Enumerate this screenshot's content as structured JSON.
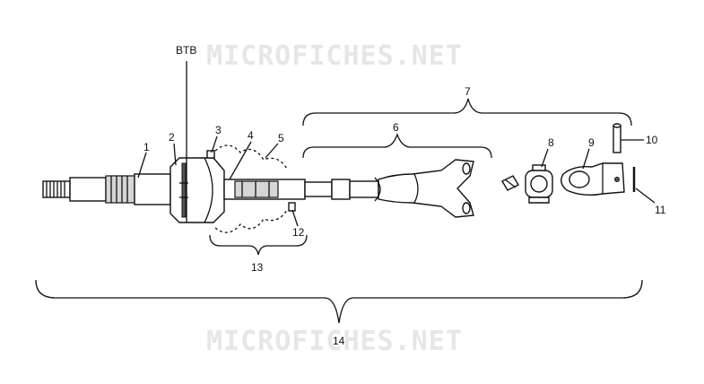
{
  "watermark": {
    "top_text": "MICROFICHES.NET",
    "bottom_text": "MICROFICHES.NET"
  },
  "callouts": {
    "btb": "BTB",
    "n1": "1",
    "n2": "2",
    "n3": "3",
    "n4": "4",
    "n5": "5",
    "n6": "6",
    "n7": "7",
    "n8": "8",
    "n9": "9",
    "n10": "10",
    "n11": "11",
    "n12": "12",
    "n13": "13",
    "n14": "14"
  },
  "colors": {
    "line": "#111111",
    "watermark": "#e6e6e6",
    "background": "#ffffff"
  }
}
